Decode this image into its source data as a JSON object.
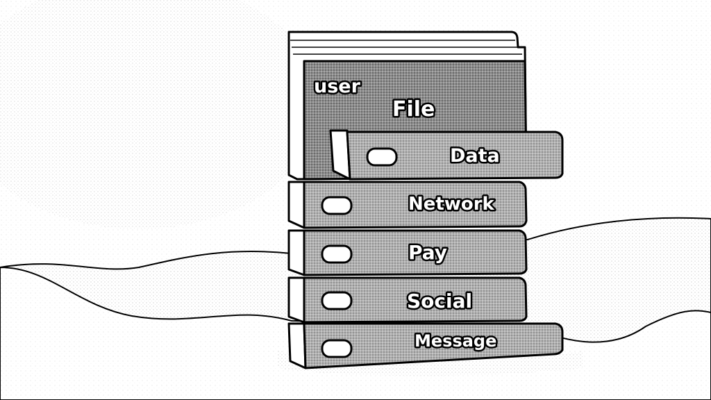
{
  "cabinet": {
    "header_label": "user",
    "folder_label": "File",
    "drawers": [
      {
        "label": "Data"
      },
      {
        "label": "Network"
      },
      {
        "label": "Pay"
      },
      {
        "label": "Social"
      },
      {
        "label": "Message"
      }
    ]
  },
  "colors": {
    "background": "#ffffff",
    "fill_dark": "#8c8c8c",
    "fill_mid": "#b0b0b0",
    "fill_light": "#e2e2e2",
    "outline": "#000000"
  }
}
